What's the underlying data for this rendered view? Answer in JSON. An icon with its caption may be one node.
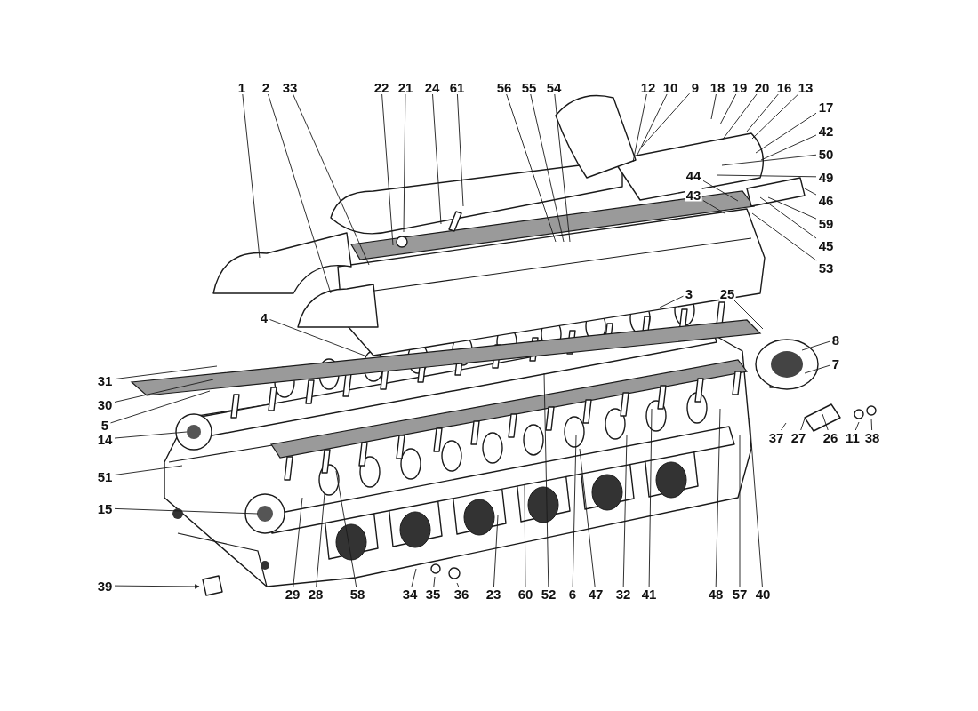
{
  "diagram": {
    "nodes": [
      {
        "text": [
          "1"
        ]
      },
      {
        "text": [
          "2"
        ]
      },
      {
        "text": [
          "33"
        ]
      },
      {
        "text": [
          "22"
        ]
      },
      {
        "text": [
          "21"
        ]
      },
      {
        "text": [
          "24"
        ]
      },
      {
        "text": [
          "61"
        ]
      },
      {
        "text": [
          "56"
        ]
      },
      {
        "text": [
          "55"
        ]
      },
      {
        "text": [
          "54"
        ]
      },
      {
        "text": [
          "12"
        ]
      },
      {
        "text": [
          "10"
        ]
      },
      {
        "text": [
          "9"
        ]
      },
      {
        "text": [
          "18"
        ]
      },
      {
        "text": [
          "19"
        ]
      },
      {
        "text": [
          "20"
        ]
      },
      {
        "text": [
          "16"
        ]
      },
      {
        "text": [
          "13"
        ]
      },
      {
        "text": [
          "17"
        ]
      },
      {
        "text": [
          "42"
        ]
      },
      {
        "text": [
          "50"
        ]
      },
      {
        "text": [
          "49"
        ]
      },
      {
        "text": [
          "44"
        ]
      },
      {
        "text": [
          "46"
        ]
      },
      {
        "text": [
          "43"
        ]
      },
      {
        "text": [
          "59"
        ]
      },
      {
        "text": [
          "45"
        ]
      },
      {
        "text": [
          "53"
        ]
      },
      {
        "text": [
          "3"
        ]
      },
      {
        "text": [
          "25"
        ]
      },
      {
        "text": [
          "4"
        ]
      },
      {
        "text": [
          "8"
        ]
      },
      {
        "text": [
          "7"
        ]
      },
      {
        "text": [
          "31"
        ]
      },
      {
        "text": [
          "30"
        ]
      },
      {
        "text": [
          "5"
        ]
      },
      {
        "text": [
          "14"
        ]
      },
      {
        "text": [
          "37"
        ]
      },
      {
        "text": [
          "27"
        ]
      },
      {
        "text": [
          "26"
        ]
      },
      {
        "text": [
          "11"
        ]
      },
      {
        "text": [
          "38"
        ]
      },
      {
        "text": [
          "51"
        ]
      },
      {
        "text": [
          "15"
        ]
      },
      {
        "text": [
          "39"
        ]
      },
      {
        "text": [
          "29"
        ]
      },
      {
        "text": [
          "28"
        ]
      },
      {
        "text": [
          "58"
        ]
      },
      {
        "text": [
          "34"
        ]
      },
      {
        "text": [
          "35"
        ]
      },
      {
        "text": [
          "36"
        ]
      },
      {
        "text": [
          "23"
        ]
      },
      {
        "text": [
          "60"
        ]
      },
      {
        "text": [
          "52"
        ]
      },
      {
        "text": [
          "6"
        ]
      },
      {
        "text": [
          "47"
        ]
      },
      {
        "text": [
          "32"
        ]
      },
      {
        "text": [
          "41"
        ]
      },
      {
        "text": [
          "48"
        ]
      },
      {
        "text": [
          "57"
        ]
      },
      {
        "text": [
          "40"
        ]
      }
    ],
    "edges": [
      {
        "from": 0,
        "to": null,
        "arrow": "none"
      },
      {
        "from": 1,
        "to": null,
        "arrow": "none"
      },
      {
        "from": 2,
        "to": null,
        "arrow": "none"
      },
      {
        "from": 3,
        "to": null,
        "arrow": "none"
      },
      {
        "from": 4,
        "to": null,
        "arrow": "none"
      },
      {
        "from": 5,
        "to": null,
        "arrow": "none"
      },
      {
        "from": 6,
        "to": null,
        "arrow": "none"
      },
      {
        "from": 7,
        "to": null,
        "arrow": "none"
      },
      {
        "from": 8,
        "to": null,
        "arrow": "none"
      },
      {
        "from": 9,
        "to": null,
        "arrow": "none"
      },
      {
        "from": 10,
        "to": null,
        "arrow": "none"
      },
      {
        "from": 11,
        "to": null,
        "arrow": "none"
      },
      {
        "from": 12,
        "to": null,
        "arrow": "none"
      },
      {
        "from": 13,
        "to": null,
        "arrow": "none"
      },
      {
        "from": 14,
        "to": null,
        "arrow": "none"
      },
      {
        "from": 15,
        "to": null,
        "arrow": "none"
      },
      {
        "from": 16,
        "to": null,
        "arrow": "none"
      },
      {
        "from": 17,
        "to": null,
        "arrow": "none"
      },
      {
        "from": 18,
        "to": null,
        "arrow": "none"
      },
      {
        "from": 19,
        "to": null,
        "arrow": "none"
      },
      {
        "from": 20,
        "to": null,
        "arrow": "none"
      },
      {
        "from": 21,
        "to": null,
        "arrow": "none"
      },
      {
        "from": 22,
        "to": null,
        "arrow": "none"
      },
      {
        "from": 23,
        "to": null,
        "arrow": "none"
      },
      {
        "from": 24,
        "to": null,
        "arrow": "none"
      },
      {
        "from": 25,
        "to": null,
        "arrow": "none"
      },
      {
        "from": 26,
        "to": null,
        "arrow": "none"
      },
      {
        "from": 27,
        "to": null,
        "arrow": "none"
      },
      {
        "from": 28,
        "to": null,
        "arrow": "none"
      },
      {
        "from": 29,
        "to": null,
        "arrow": "none"
      },
      {
        "from": 30,
        "to": null,
        "arrow": "none"
      },
      {
        "from": 31,
        "to": null,
        "arrow": "none"
      },
      {
        "from": 32,
        "to": null,
        "arrow": "none"
      },
      {
        "from": 33,
        "to": null,
        "arrow": "none"
      },
      {
        "from": 34,
        "to": null,
        "arrow": "none"
      },
      {
        "from": 35,
        "to": null,
        "arrow": "none"
      },
      {
        "from": 36,
        "to": null,
        "arrow": "none"
      },
      {
        "from": 37,
        "to": null,
        "arrow": "none"
      },
      {
        "from": 38,
        "to": null,
        "arrow": "none"
      },
      {
        "from": 39,
        "to": null,
        "arrow": "none"
      },
      {
        "from": 40,
        "to": null,
        "arrow": "none"
      },
      {
        "from": 41,
        "to": null,
        "arrow": "none"
      },
      {
        "from": 42,
        "to": null,
        "arrow": "none"
      },
      {
        "from": 43,
        "to": null,
        "arrow": "none"
      },
      {
        "from": 44,
        "to": null,
        "arrow": "to"
      },
      {
        "from": 45,
        "to": null,
        "arrow": "none"
      },
      {
        "from": 46,
        "to": null,
        "arrow": "none"
      },
      {
        "from": 47,
        "to": null,
        "arrow": "none"
      },
      {
        "from": 48,
        "to": null,
        "arrow": "none"
      },
      {
        "from": 49,
        "to": null,
        "arrow": "none"
      },
      {
        "from": 50,
        "to": null,
        "arrow": "none"
      },
      {
        "from": 51,
        "to": null,
        "arrow": "none"
      },
      {
        "from": 52,
        "to": null,
        "arrow": "none"
      },
      {
        "from": 53,
        "to": null,
        "arrow": "none"
      },
      {
        "from": 54,
        "to": null,
        "arrow": "none"
      },
      {
        "from": 55,
        "to": null,
        "arrow": "none"
      },
      {
        "from": 56,
        "to": null,
        "arrow": "none"
      },
      {
        "from": 57,
        "to": null,
        "arrow": "none"
      },
      {
        "from": 58,
        "to": null,
        "arrow": "none"
      },
      {
        "from": 59,
        "to": null,
        "arrow": "none"
      },
      {
        "from": 60,
        "to": null,
        "arrow": "none"
      }
    ]
  }
}
